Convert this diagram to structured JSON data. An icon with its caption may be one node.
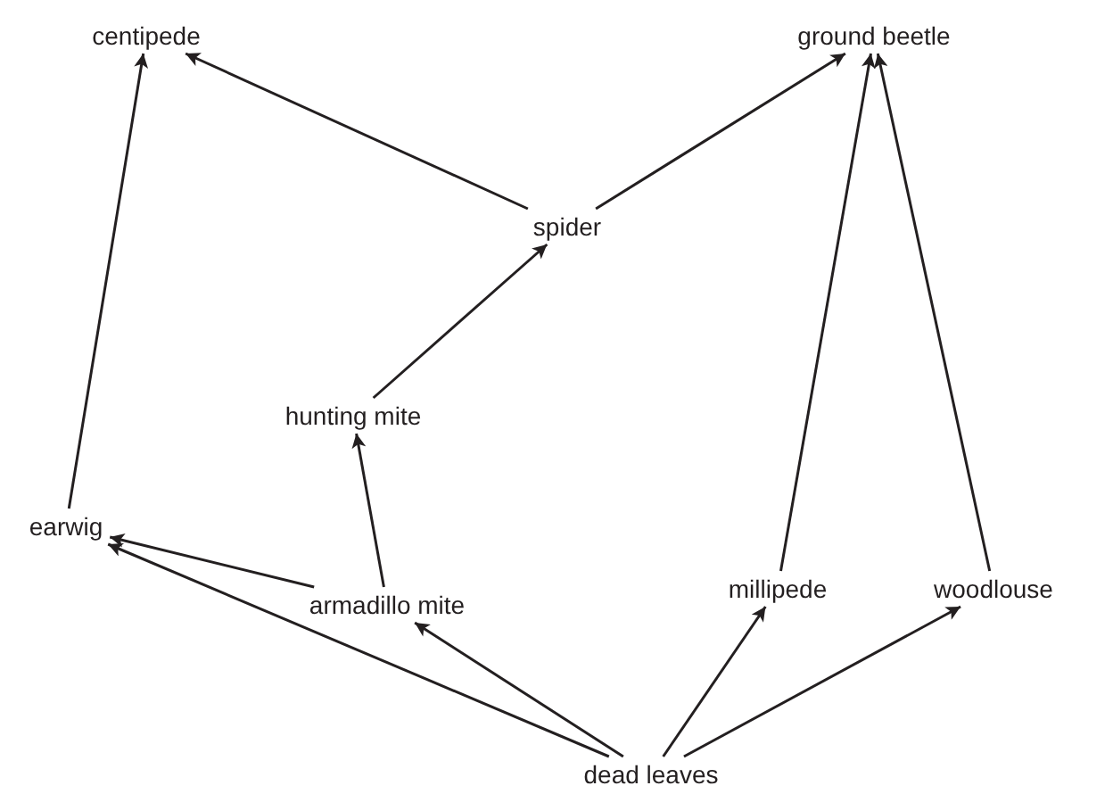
{
  "diagram": {
    "nodes": [
      {
        "text": [
          "centipede"
        ]
      },
      {
        "text": [
          "ground beetle"
        ]
      },
      {
        "text": [
          "spider"
        ]
      },
      {
        "text": [
          "hunting mite"
        ]
      },
      {
        "text": [
          "earwig"
        ]
      },
      {
        "text": [
          "armadillo mite"
        ]
      },
      {
        "text": [
          "millipede"
        ]
      },
      {
        "text": [
          "woodlouse"
        ]
      },
      {
        "text": [
          "dead leaves"
        ]
      }
    ],
    "edges": [
      {
        "from": 2,
        "to": 0,
        "arrow": "to"
      },
      {
        "from": 2,
        "to": 1,
        "arrow": "to"
      },
      {
        "from": 3,
        "to": 2,
        "arrow": "to"
      },
      {
        "from": 5,
        "to": 3,
        "arrow": "to"
      },
      {
        "from": 5,
        "to": 4,
        "arrow": "to"
      },
      {
        "from": 4,
        "to": 0,
        "arrow": "to"
      },
      {
        "from": 8,
        "to": 4,
        "arrow": "to"
      },
      {
        "from": 8,
        "to": 5,
        "arrow": "to"
      },
      {
        "from": 8,
        "to": 6,
        "arrow": "to"
      },
      {
        "from": 8,
        "to": 7,
        "arrow": "to"
      },
      {
        "from": 6,
        "to": 1,
        "arrow": "to"
      },
      {
        "from": 7,
        "to": 1,
        "arrow": "to"
      }
    ]
  }
}
